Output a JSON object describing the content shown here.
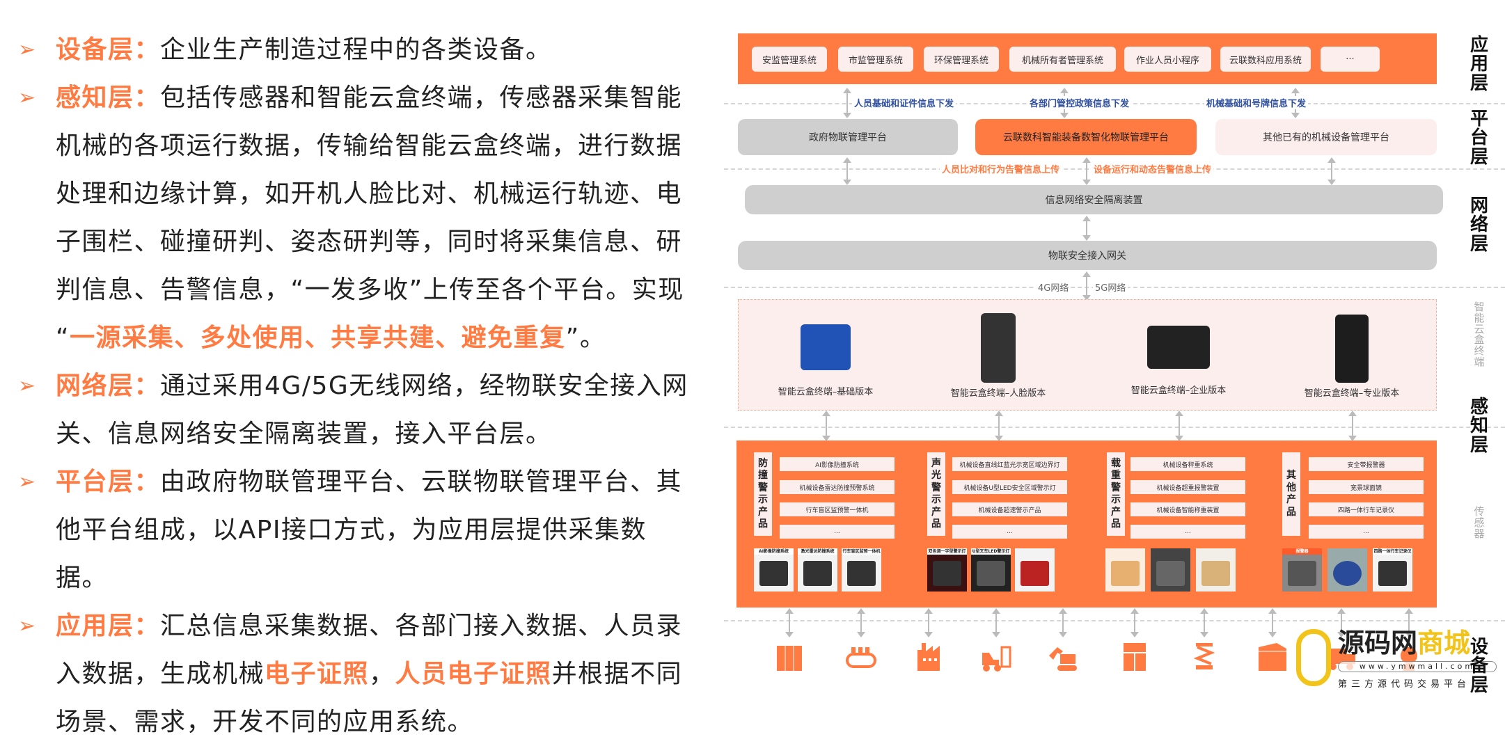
{
  "left_items": [
    {
      "label": "设备层：",
      "text": "企业生产制造过程中的各类设备。"
    },
    {
      "label": "感知层：",
      "text": "包括传感器和智能云盒终端，传感器采集智能机械的各项运行数据，传输给智能云盒终端，进行数据处理和边缘计算，如开机人脸比对、机械运行轨迹、电子围栏、碰撞研判、姿态研判等，同时将采集信息、研判信息、告警信息，“一发多收”上传至各个平台。实现",
      "open_quote": "“",
      "emphasis": "一源采集、多处使用、共享共建、避免重复",
      "close": "”。"
    },
    {
      "label": "网络层：",
      "text": "通过采用4G/5G无线网络，经物联安全接入网关、信息网络安全隔离装置，接入平台层。"
    },
    {
      "label": "平台层：",
      "text": "由政府物联管理平台、云联物联管理平台、其他平台组成，以API接口方式，为应用层提供采集数据。"
    },
    {
      "label": "应用层：",
      "text": "汇总信息采集数据、各部门接入数据、人员录入数据，生成机械",
      "em1": "电子证照",
      "sep": "，",
      "em2": "人员电子证照",
      "tail": "并根据不同场景、需求，开发不同的应用系统。"
    }
  ],
  "app_layer": {
    "items": [
      "安监管理系统",
      "市监管理系统",
      "环保管理系统",
      "机械所有者管理系统",
      "作业人员小程序",
      "云联数科应用系统",
      "···"
    ]
  },
  "down_notes": [
    "人员基础和证件信息下发",
    "各部门管控政策信息下发",
    "机械基础和号牌信息下发"
  ],
  "platforms": [
    "政府物联管理平台",
    "云联数科智能装备数智化物联管理平台",
    "其他已有的机械设备管理平台"
  ],
  "up_notes": [
    "人员比对和行为告警信息上传",
    "设备运行和动态告警信息上传"
  ],
  "network": {
    "isolation": "信息网络安全隔离装置",
    "gateway": "物联安全接入网关",
    "net4g": "4G网络",
    "net5g": "5G网络"
  },
  "terminals": [
    "智能云盒终端–基础版本",
    "智能云盒终端–人脸版本",
    "智能云盒终端–企业版本",
    "智能云盒终端–专业版本"
  ],
  "sensor_groups": [
    {
      "label": "防撞警示产品",
      "items": [
        "AI影像防撞系统",
        "机械设备雷达防撞预警系统",
        "行车盲区监预警一体机",
        "..."
      ],
      "thumbs": [
        "AI影像防撞系统",
        "激光雷达防撞系统",
        "行车盲区监预一体机"
      ]
    },
    {
      "label": "声光警示产品",
      "items": [
        "机械设备直线红蓝光示宽区域边界灯",
        "机械设备U型LED安全区域警示灯",
        "机械设备超速警示产品",
        "..."
      ],
      "thumbs": [
        "双色调一字型警示灯",
        "U型叉车LED警示灯",
        ""
      ]
    },
    {
      "label": "载重警示产品",
      "items": [
        "机械设备秤重系统",
        "机械设备超重报警装置",
        "机械设备智能称重装置",
        "..."
      ],
      "thumbs": [
        "",
        "",
        ""
      ]
    },
    {
      "label": "其他产品",
      "items": [
        "安全带报警器",
        "宽景球面镜",
        "四路一体行车记录仪",
        "..."
      ],
      "thumbs": [
        "报警器",
        "",
        "四路一体行车记录仪"
      ]
    }
  ],
  "side_labels": {
    "app": "应用层",
    "platform": "平台层",
    "network": "网络层",
    "terminal": "智能云盒终端",
    "perception": "感知层",
    "sensor": "传感器",
    "device": "设备层"
  },
  "equipment_icons": [
    "cabinet-icon",
    "conveyor-icon",
    "factory-icon",
    "forklift-icon",
    "excavator-icon",
    "warehouse-shelf-icon",
    "scissor-lift-icon",
    "container-icon",
    "truck-icon",
    "robot-icon"
  ],
  "watermark": {
    "brand_a": "源码网",
    "brand_b": "商城",
    "url": "www.ymwmall.com",
    "slogan": "第三方源代码交易平台"
  },
  "colors": {
    "accent": "#ff7b42",
    "pink": "#fdeeee",
    "gray": "#cfcfcf",
    "blue": "#2f4f9f"
  }
}
